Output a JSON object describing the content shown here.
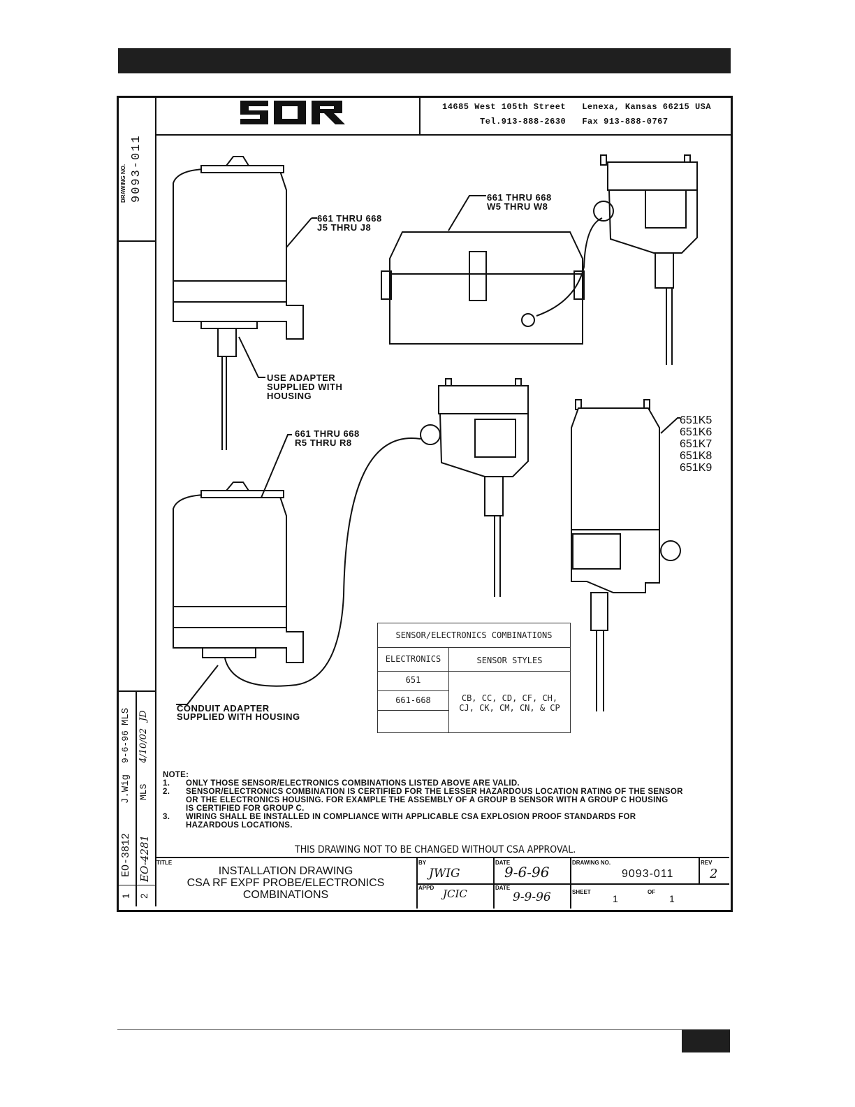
{
  "company": {
    "logo_text": "SOR",
    "address": "14685 West 105th Street   Lenexa, Kansas 66215 USA",
    "contact": "Tel.913-888-2630   Fax 913-888-0767"
  },
  "side_strip": {
    "drawing_no_label": "DRAWING NO.",
    "drawing_no": "9093-011",
    "revisions": [
      {
        "rev": "1",
        "eco": "EO-3812",
        "by": "J.Wig",
        "date": "9-6-96",
        "appd": "MLS"
      },
      {
        "rev": "2",
        "eco": "EO-4281",
        "by": "MLS",
        "date": "4/10/02",
        "appd": "JD"
      }
    ]
  },
  "callouts": {
    "j_series": [
      "661 THRU 668",
      "J5 THRU J8"
    ],
    "w_series": [
      "661 THRU 668",
      "W5 THRU W8"
    ],
    "adapter": [
      "USE ADAPTER",
      "SUPPLIED WITH",
      "HOUSING"
    ],
    "r_series": [
      "661 THRU 668",
      "R5 THRU R8"
    ],
    "k_series": [
      "651K5",
      "651K6",
      "651K7",
      "651K8",
      "651K9"
    ],
    "conduit": [
      "CONDUIT ADAPTER",
      "SUPPLIED WITH HOUSING"
    ]
  },
  "combo_table": {
    "title": "SENSOR/ELECTRONICS COMBINATIONS",
    "headers": [
      "ELECTRONICS",
      "SENSOR STYLES"
    ],
    "rows": [
      "651",
      "661-668"
    ],
    "styles": [
      "CB, CC, CD, CF, CH,",
      "CJ, CK, CM, CN, & CP"
    ]
  },
  "notes": {
    "label": "NOTE:",
    "items": [
      {
        "num": "1.",
        "lines": [
          "ONLY THOSE SENSOR/ELECTRONICS COMBINATIONS LISTED ABOVE ARE VALID."
        ]
      },
      {
        "num": "2.",
        "lines": [
          "SENSOR/ELECTRONICS COMBINATION IS CERTIFIED FOR THE LESSER HAZARDOUS LOCATION RATING OF THE SENSOR",
          "OR THE ELECTRONICS HOUSING. FOR EXAMPLE THE ASSEMBLY OF A GROUP B SENSOR WITH A GROUP C HOUSING",
          "IS CERTIFIED FOR GROUP C."
        ]
      },
      {
        "num": "3.",
        "lines": [
          "WIRING SHALL BE INSTALLED IN COMPLIANCE WITH APPLICABLE CSA EXPLOSION PROOF STANDARDS FOR",
          "HAZARDOUS LOCATIONS."
        ]
      }
    ]
  },
  "warning": "THIS DRAWING NOT TO BE CHANGED WITHOUT CSA APPROVAL.",
  "title_block": {
    "title_label": "TITLE",
    "title_lines": [
      "INSTALLATION DRAWING",
      "CSA RF EXPF PROBE/ELECTRONICS",
      "COMBINATIONS"
    ],
    "by_label": "BY",
    "by": "JWIG",
    "date_label": "DATE",
    "date": "9-6-96",
    "appd_label": "APPD",
    "appd": "JCIC",
    "date2_label": "DATE",
    "date2": "9-9-96",
    "drawing_no_label": "DRAWING NO.",
    "drawing_no": "9093-011",
    "rev_label": "REV",
    "rev": "2",
    "sheet_label": "SHEET",
    "sheet": "1",
    "of_label": "OF",
    "of": "1"
  },
  "colors": {
    "ink": "#111111",
    "bar": "#1f1f1f"
  }
}
